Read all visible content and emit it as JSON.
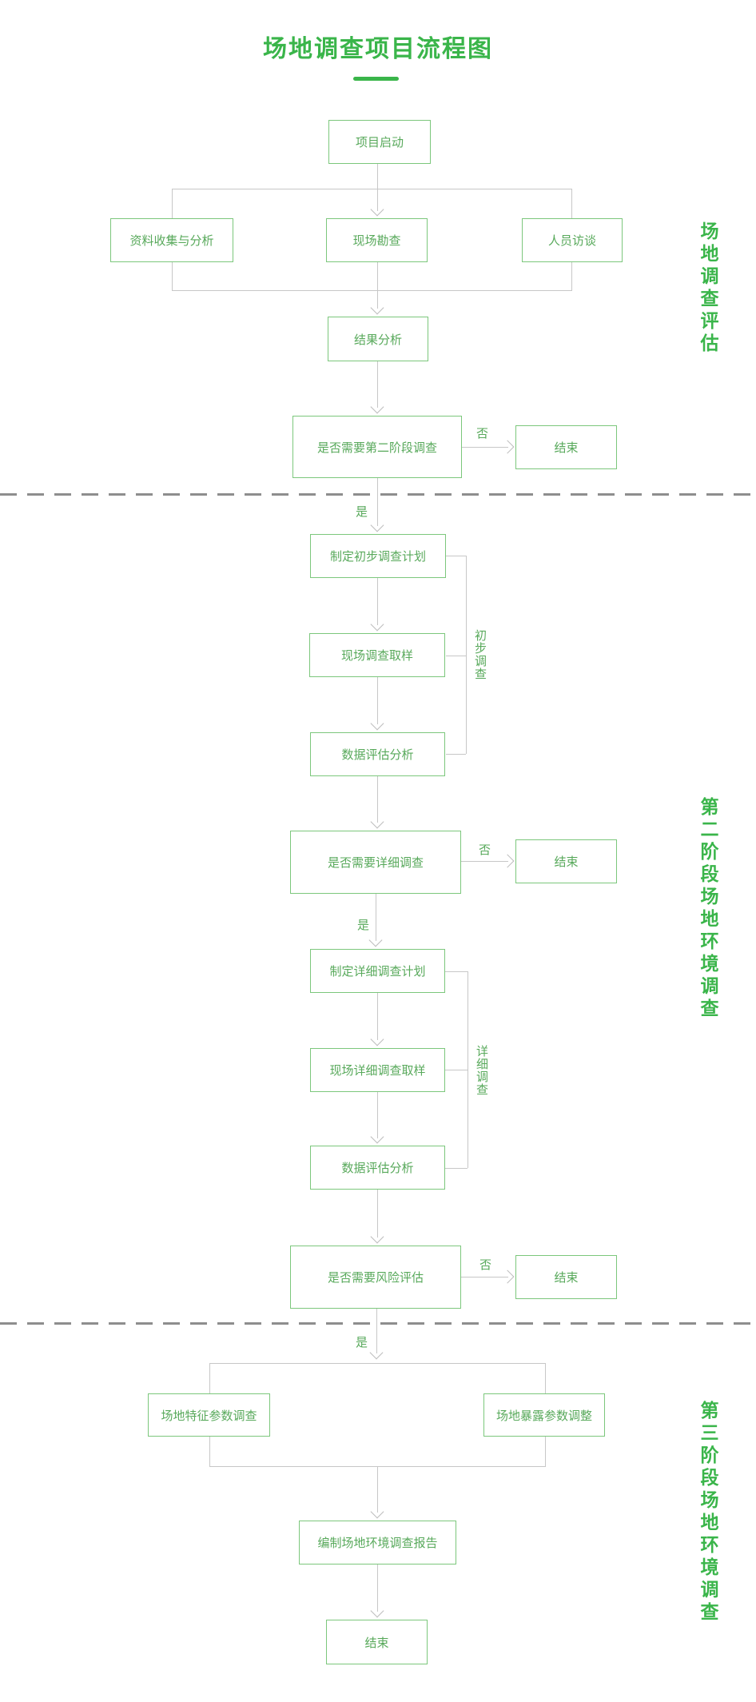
{
  "title": {
    "text": "场地调查项目流程图"
  },
  "nodes": {
    "start": "项目启动",
    "data_collection": "资料收集与分析",
    "site_survey": "现场勘查",
    "interviews": "人员访谈",
    "result_analysis": "结果分析",
    "need_phase2": "是否需要第二阶段调查",
    "plan_preliminary": "制定初步调查计划",
    "field_sampling": "现场调查取样",
    "data_eval": "数据评估分析",
    "need_detailed": "是否需要详细调查",
    "plan_detailed": "制定详细调查计划",
    "detailed_sampling": "现场详细调查取样",
    "data_eval2": "数据评估分析",
    "need_risk": "是否需要风险评估",
    "site_param": "场地特征参数调查",
    "exposure_param": "场地暴露参数调整",
    "report": "编制场地环境调查报告",
    "end": "结束"
  },
  "edge_labels": {
    "yes": "是",
    "no": "否"
  },
  "bracket_labels": {
    "preliminary": "初步调查",
    "detailed": "详细调查"
  },
  "phase_labels": {
    "phase1": "场地调查评估",
    "phase2": "第二阶段场地环境调查",
    "phase3": "第三阶段场地环境调查"
  },
  "colors": {
    "title_green": "#3ab54a",
    "box_border_green": "#7cc77c",
    "box_text_green": "#58a95b",
    "connector_gray": "#c7c7c7",
    "dashed_gray": "#8e8e8e"
  }
}
